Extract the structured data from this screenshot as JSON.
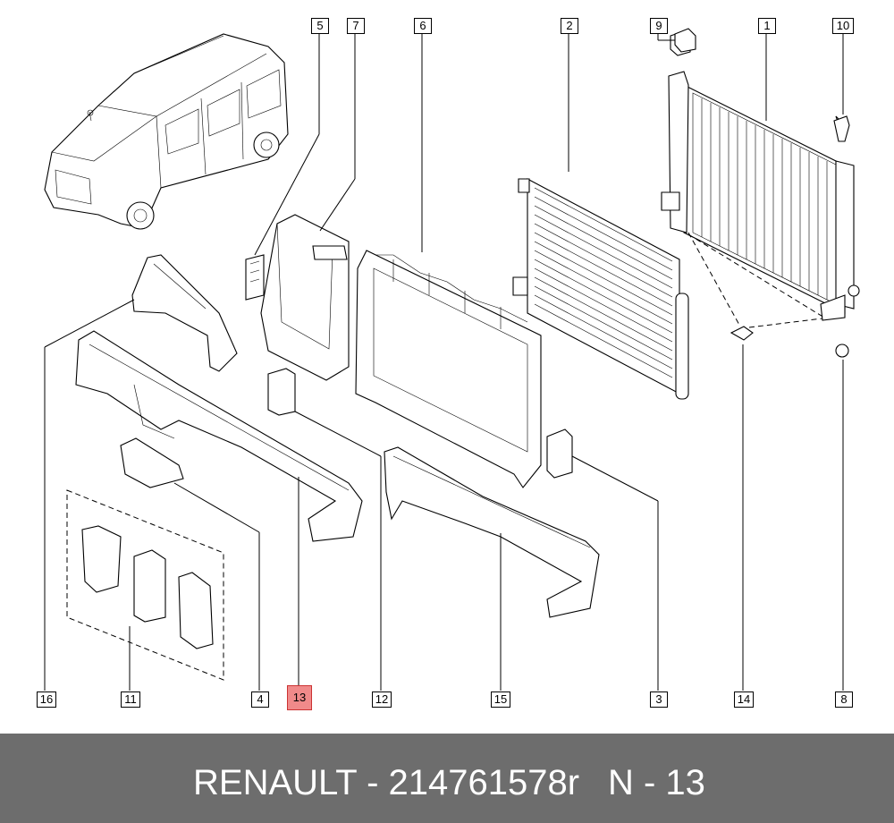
{
  "footer": {
    "part_text": "RENAULT - 214761578r",
    "position_text": "N - 13"
  },
  "callouts": {
    "c1": "1",
    "c2": "2",
    "c3": "3",
    "c4": "4",
    "c5": "5",
    "c6": "6",
    "c7": "7",
    "c8": "8",
    "c9": "9",
    "c10": "10",
    "c11": "11",
    "c12": "12",
    "c13": "13",
    "c14": "14",
    "c15": "15",
    "c16": "16"
  },
  "highlight": {
    "selected_callout": "13",
    "color": "#f08a8a"
  },
  "colors": {
    "footer_background": "#6d6d6d",
    "footer_text": "#ffffff"
  }
}
